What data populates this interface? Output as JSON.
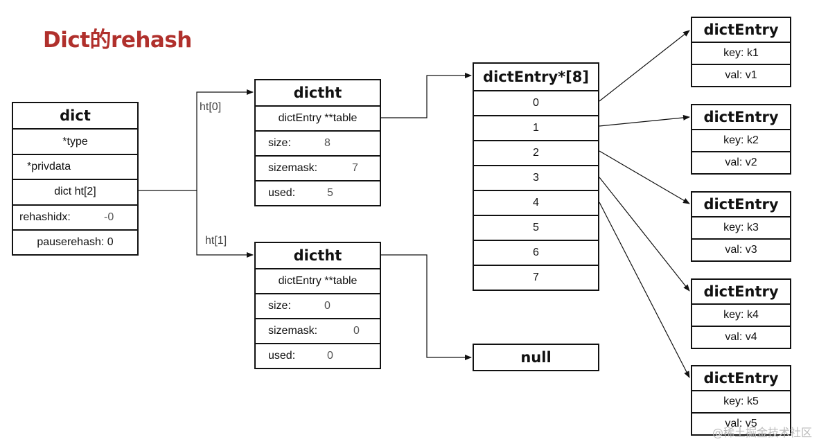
{
  "title": "Dict的rehash",
  "dict": {
    "header": "dict",
    "type": "*type",
    "privdata": "*privdata",
    "ht": "dict ht[2]",
    "rehashidx_label": "rehashidx:",
    "rehashidx_value": "-0",
    "pauserehash": "pauserehash: 0"
  },
  "labels": {
    "ht0": "ht[0]",
    "ht1": "ht[1]"
  },
  "dictht0": {
    "header": "dictht",
    "table": "dictEntry **table",
    "size_label": "size:",
    "size_value": "8",
    "sizemask_label": "sizemask:",
    "sizemask_value": "7",
    "used_label": "used:",
    "used_value": "5"
  },
  "dictht1": {
    "header": "dictht",
    "table": "dictEntry **table",
    "size_label": "size:",
    "size_value": "0",
    "sizemask_label": "sizemask:",
    "sizemask_value": "0",
    "used_label": "used:",
    "used_value": "0"
  },
  "bucket_array": {
    "header": "dictEntry*[8]",
    "slots": [
      "0",
      "1",
      "2",
      "3",
      "4",
      "5",
      "6",
      "7"
    ]
  },
  "null_box": "null",
  "entries": [
    {
      "header": "dictEntry",
      "key": "key: k1",
      "val": "val: v1"
    },
    {
      "header": "dictEntry",
      "key": "key: k2",
      "val": "val: v2"
    },
    {
      "header": "dictEntry",
      "key": "key: k3",
      "val": "val: v3"
    },
    {
      "header": "dictEntry",
      "key": "key: k4",
      "val": "val: v4"
    },
    {
      "header": "dictEntry",
      "key": "key: k5",
      "val": "val: v5"
    }
  ],
  "watermark": "@稀土掘金技术社区"
}
